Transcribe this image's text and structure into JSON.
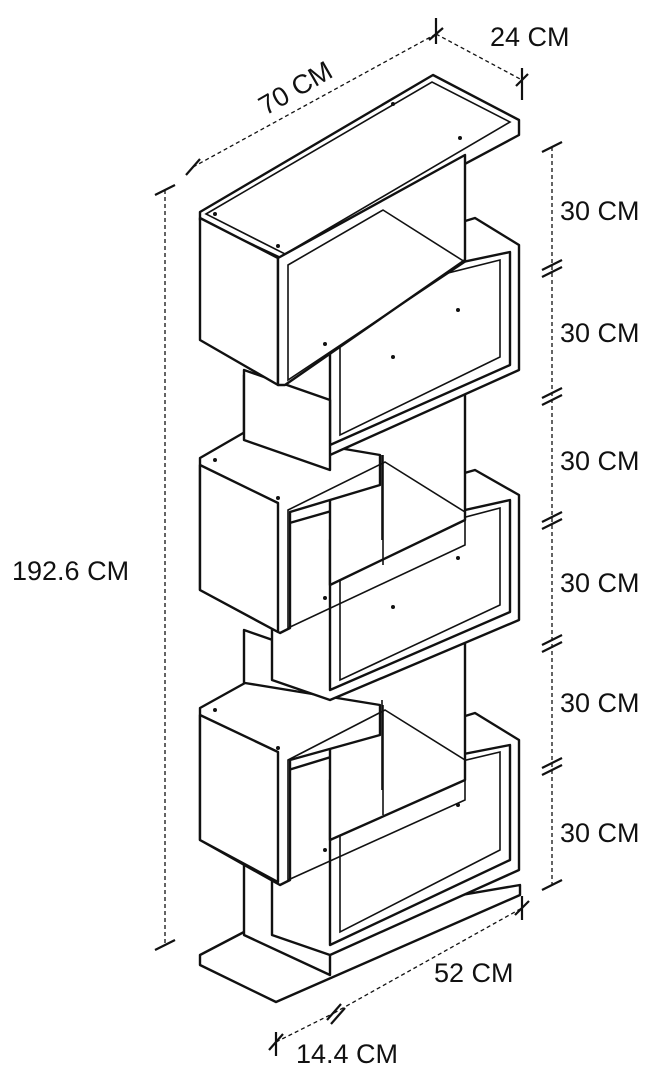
{
  "diagram": {
    "subject": "six-level zig-zag bookshelf",
    "line_color": "#111111",
    "background": "#ffffff"
  },
  "dimensions": {
    "width": "70 CM",
    "depth": "24 CM",
    "total_height": "192.6 CM",
    "shelf_heights": [
      "30 CM",
      "30 CM",
      "30 CM",
      "30 CM",
      "30 CM",
      "30 CM"
    ],
    "base_length": "52 CM",
    "base_offset": "14.4 CM"
  }
}
